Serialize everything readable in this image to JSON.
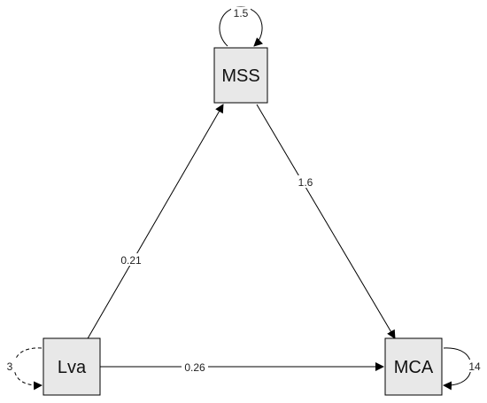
{
  "nodes": {
    "mss": {
      "label": "MSS"
    },
    "lva": {
      "label": "Lva"
    },
    "mca": {
      "label": "MCA"
    }
  },
  "paths": {
    "lva_to_mss": "0.21",
    "mss_to_mca": "1.6",
    "lva_to_mca": "0.26"
  },
  "variances": {
    "mss": "1.5",
    "lva": "3",
    "mca": "14"
  },
  "colors": {
    "node_fill": "#e8e8e8",
    "stroke": "#000000"
  }
}
